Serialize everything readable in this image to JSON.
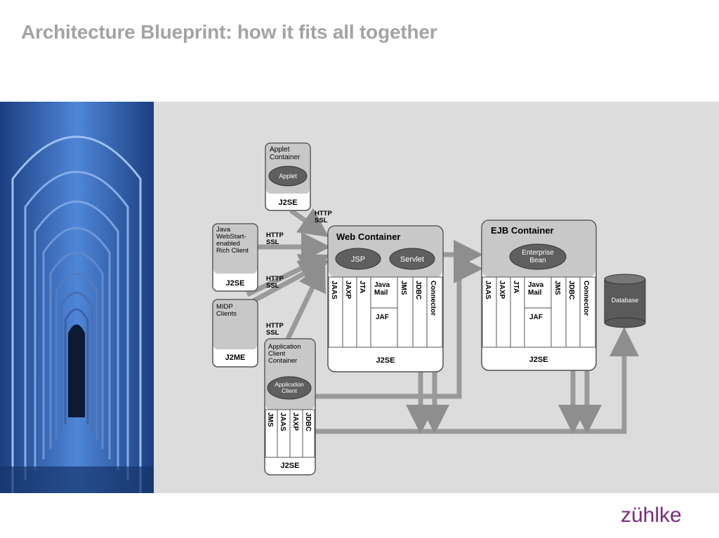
{
  "slide": {
    "title": "Architecture Blueprint: how it fits all together",
    "logo": "zühlke"
  },
  "diagram": {
    "applet_container": {
      "title_line1": "Applet",
      "title_line2": "Container",
      "component": "Applet",
      "platform": "J2SE"
    },
    "rich_client": {
      "lines": [
        "Java",
        "WebStart-",
        "enabled",
        "Rich Client"
      ],
      "platform": "J2SE"
    },
    "midp_clients": {
      "lines": [
        "MIDP",
        "Clients"
      ],
      "platform": "J2ME"
    },
    "app_client_container": {
      "lines": [
        "Application",
        "Client",
        "Container"
      ],
      "component_line1": "Application",
      "component_line2": "Client",
      "apis": [
        "JMS",
        "JAAS",
        "JAXP",
        "JDBC"
      ],
      "platform": "J2SE"
    },
    "web_container": {
      "title": "Web Container",
      "components": [
        "JSP",
        "Servlet"
      ],
      "apis": [
        "JAAS",
        "JAXP",
        "JTA",
        "JMS",
        "JDBC",
        "Connector"
      ],
      "javamail_line1": "Java",
      "javamail_line2": "Mail",
      "jaf": "JAF",
      "platform": "J2SE"
    },
    "ejb_container": {
      "title": "EJB Container",
      "component_line1": "Enterprise",
      "component_line2": "Bean",
      "apis": [
        "JAAS",
        "JAXP",
        "JTA",
        "JMS",
        "JDBC",
        "Connector"
      ],
      "javamail_line1": "Java",
      "javamail_line2": "Mail",
      "jaf": "JAF",
      "platform": "J2SE"
    },
    "database": "Database",
    "protocols": {
      "p1_line1": "HTTP",
      "p1_line2": "SSL",
      "p2_line1": "HTTP",
      "p2_line2": "SSL",
      "p3_line1": "HTTP",
      "p3_line2": "SSL",
      "p4_line1": "HTTP",
      "p4_line2": "SSL"
    }
  },
  "colors": {
    "title": "#a3a3a3",
    "logo": "#7a2a80",
    "panel": "#dcdcdc",
    "photo_blue": "#2a5fb0"
  }
}
